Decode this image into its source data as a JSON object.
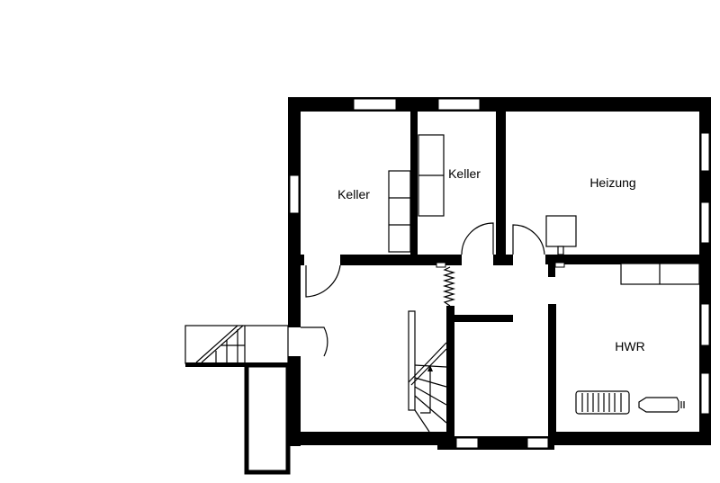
{
  "rooms": [
    {
      "label": "Keller"
    },
    {
      "label": "Keller"
    },
    {
      "label": "Heizung"
    },
    {
      "label": "HWR"
    }
  ]
}
